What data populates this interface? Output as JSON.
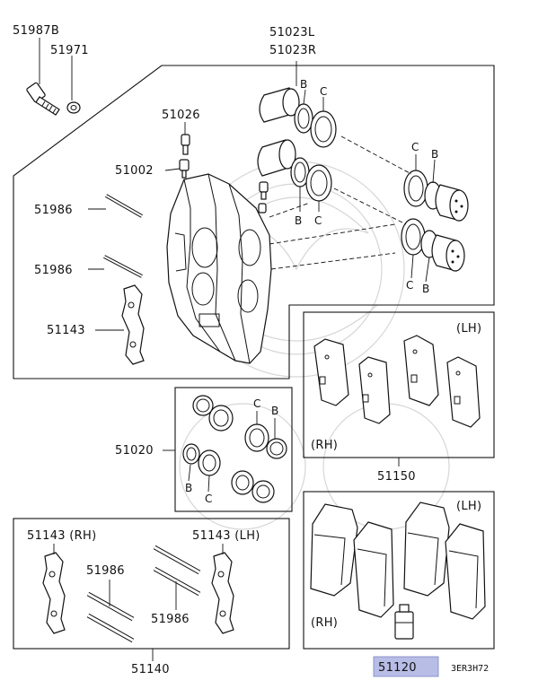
{
  "labels": {
    "p51987b": "51987B",
    "p51971": "51971",
    "p51023l": "51023L",
    "p51023r": "51023R",
    "p51026": "51026",
    "p51002": "51002",
    "p51986_a": "51986",
    "p51986_b": "51986",
    "p51143_a": "51143",
    "b1": "B",
    "c1": "C",
    "b2": "B",
    "c2": "C",
    "c3": "C",
    "b3": "B",
    "c4": "C",
    "b4": "B",
    "lh_top": "(LH)",
    "rh_top": "(RH)",
    "p51150": "51150",
    "p51020": "51020",
    "c5": "C",
    "b5": "B",
    "b6": "B",
    "c6": "C",
    "p51143_rh": "51143 (RH)",
    "p51143_lh": "51143 (LH)",
    "p51986_c": "51986",
    "p51986_d": "51986",
    "p51140": "51140",
    "lh_bottom": "(LH)",
    "rh_bottom": "(RH)",
    "p51120": "51120",
    "diagram_code": "3ER3H72"
  },
  "colors": {
    "highlight": "#b8bde6",
    "line": "#111111",
    "watermark": "#d6d6d6"
  }
}
